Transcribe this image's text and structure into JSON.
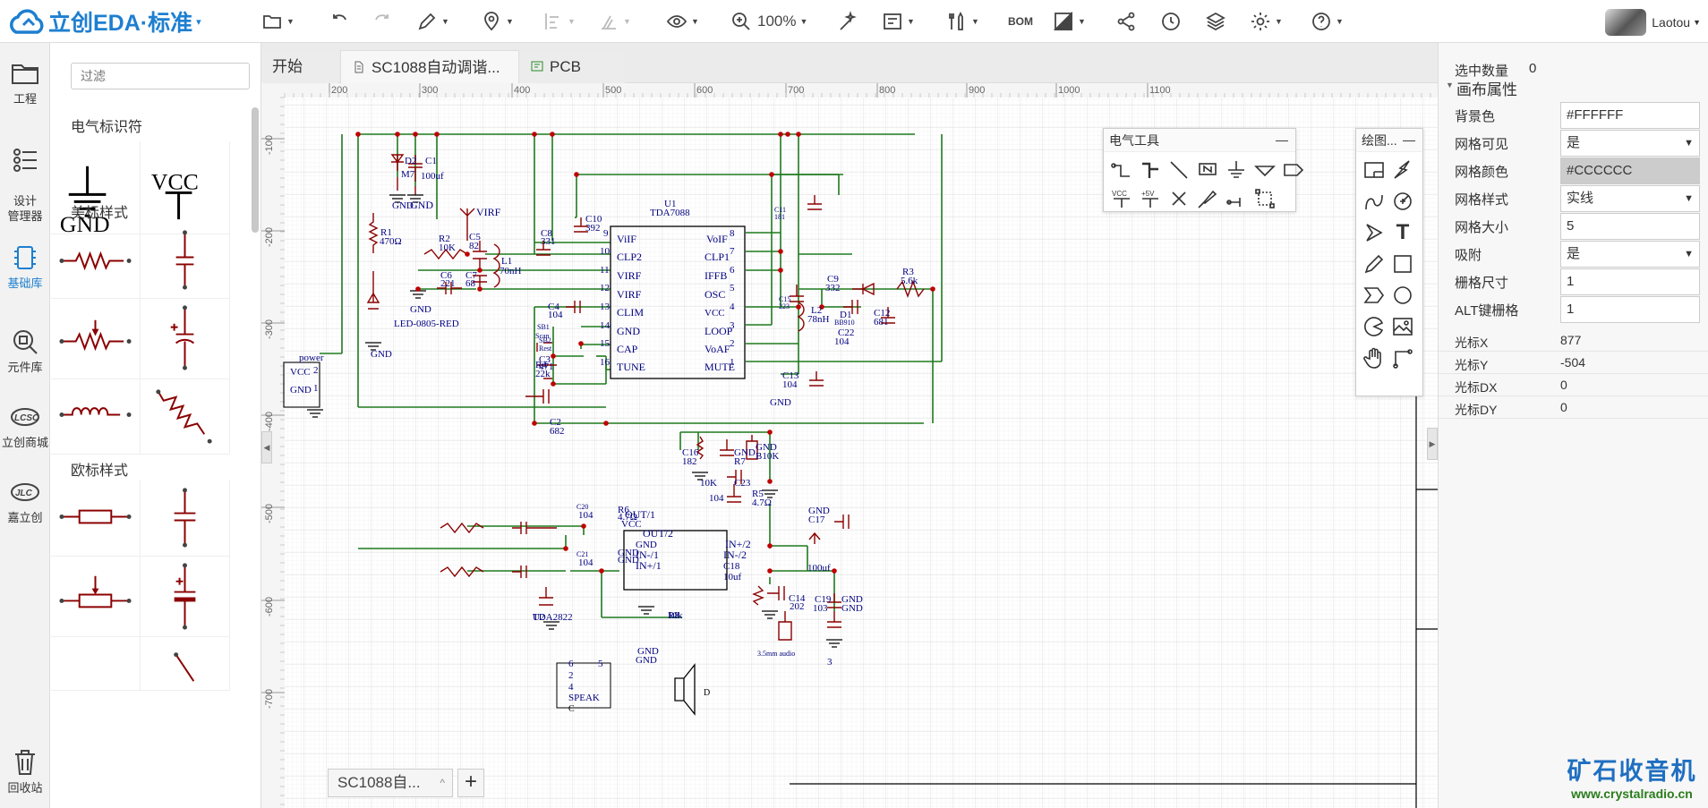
{
  "app": {
    "logo_text": "立创EDA·标准",
    "logo_dropdown": "▾"
  },
  "toolbar": {
    "zoom": "100%",
    "bom": "BOM",
    "user": "Laotou"
  },
  "nav": [
    {
      "label": "工程"
    },
    {
      "label": "设计\n管理器"
    },
    {
      "label": "基础库"
    },
    {
      "label": "元件库"
    },
    {
      "label": "立创商城"
    },
    {
      "label": "嘉立创"
    },
    {
      "label": "回收站"
    }
  ],
  "library": {
    "filter_placeholder": "过滤",
    "sections": [
      "电气标识符",
      "美标样式",
      "欧标样式"
    ],
    "gnd_label": "GND",
    "vcc_label": "VCC"
  },
  "tabs": [
    {
      "label": "开始"
    },
    {
      "label": "SC1088自动调谐..."
    },
    {
      "label": "PCB"
    }
  ],
  "ruler": {
    "x_ticks": [
      "200",
      "300",
      "400",
      "500",
      "600",
      "700",
      "800",
      "900",
      "1000",
      "1100"
    ],
    "y_ticks": [
      "-100",
      "-200",
      "-300",
      "-400",
      "-500",
      "-600",
      "-700"
    ]
  },
  "schematic": {
    "labels": [
      "D2",
      "M7",
      "C1",
      "100uf",
      "GND",
      "GND",
      "R1",
      "470Ω",
      "VIRF",
      "R2",
      "10K",
      "C5",
      "82",
      "L1",
      "70nH",
      "C6",
      "221",
      "C7",
      "68",
      "GND",
      "LED-0805-RED",
      "GND",
      "power",
      "VCC",
      "GND",
      "2",
      "1",
      "C10",
      "392",
      "C8",
      "331",
      "U1",
      "TDA7088",
      "ViIF",
      "CLP2",
      "VIRF",
      "VIRF",
      "CLIM",
      "GND",
      "CAP",
      "TUNE",
      "9",
      "10",
      "11",
      "12",
      "13",
      "14",
      "15",
      "16",
      "VoIF",
      "CLP1",
      "IFFB",
      "OSC",
      "VCC",
      "LOOP",
      "VoAF",
      "MUTE",
      "8",
      "7",
      "6",
      "5",
      "4",
      "3",
      "2",
      "1",
      "C11",
      "181",
      "C9",
      "332",
      "R3",
      "5.6k",
      "C15",
      "223",
      "L2",
      "78nH",
      "D1",
      "BB910",
      "C12",
      "681",
      "C22",
      "104",
      "C13",
      "104",
      "GND",
      "C4",
      "104",
      "SB1",
      "Scan",
      "C3",
      "471",
      "SB2",
      "Rest",
      "C2",
      "682",
      "R4",
      "22k",
      "C16",
      "182",
      "GND",
      "R7",
      "10K",
      "GND",
      "B10K",
      "C23",
      "104",
      "R5",
      "4.7Ω",
      "C20",
      "104",
      "R6",
      "4.7Ω",
      "C21",
      "104",
      "GND",
      "GND",
      "U2",
      "TDA2822",
      "OUT/1",
      "VCC",
      "OUT/2",
      "GND",
      "IN-/1",
      "IN+/1",
      "IN+/2",
      "IN-/2",
      "C18",
      "10uf",
      "GND",
      "C17",
      "100uf",
      "GND",
      "GND",
      "R8",
      "10k",
      "C14",
      "202",
      "C19",
      "103",
      "GND",
      "GND",
      "3.5mm audio",
      "3",
      "5",
      "6",
      "2",
      "4",
      "SPEAK",
      "C",
      "D"
    ]
  },
  "electrical_tools": {
    "title": "电气工具",
    "minimize": "—",
    "vcc": "VCC",
    "p5v": "+5V"
  },
  "drawing_tools": {
    "title": "绘图...",
    "minimize": "—",
    "text_tool": "T"
  },
  "doc_switcher": {
    "label": "SC1088自...",
    "up": "^",
    "add": "+"
  },
  "properties": {
    "selected_label": "选中数量",
    "selected_value": "0",
    "section": "画布属性",
    "rows": [
      {
        "label": "背景色",
        "value": "#FFFFFF",
        "type": "text"
      },
      {
        "label": "网格可见",
        "value": "是",
        "type": "select"
      },
      {
        "label": "网格颜色",
        "value": "#CCCCCC",
        "type": "gray"
      },
      {
        "label": "网格样式",
        "value": "实线",
        "type": "select"
      },
      {
        "label": "网格大小",
        "value": "5",
        "type": "text"
      },
      {
        "label": "吸附",
        "value": "是",
        "type": "select"
      },
      {
        "label": "栅格尺寸",
        "value": "1",
        "type": "text"
      },
      {
        "label": "ALT键栅格",
        "value": "1",
        "type": "text"
      }
    ],
    "coords": [
      {
        "label": "光标X",
        "value": "877"
      },
      {
        "label": "光标Y",
        "value": "-504"
      },
      {
        "label": "光标DX",
        "value": "0"
      },
      {
        "label": "光标DY",
        "value": "0"
      }
    ]
  },
  "watermark": {
    "title": "矿石收音机",
    "url": "www.crystalradio.cn"
  },
  "colors": {
    "accent": "#1e7fd0",
    "wire": "#1f7a1f",
    "component": "#8b0000",
    "text": "#000080",
    "junction": "#c00000"
  }
}
